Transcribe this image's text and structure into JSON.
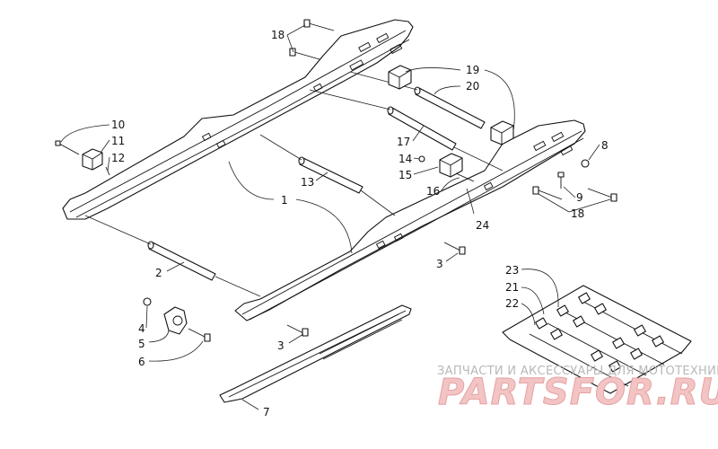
{
  "callouts": [
    {
      "id": "c1",
      "text": "1"
    },
    {
      "id": "c2",
      "text": "2"
    },
    {
      "id": "c3a",
      "text": "3"
    },
    {
      "id": "c3b",
      "text": "3"
    },
    {
      "id": "c4",
      "text": "4"
    },
    {
      "id": "c5",
      "text": "5"
    },
    {
      "id": "c6",
      "text": "6"
    },
    {
      "id": "c7",
      "text": "7"
    },
    {
      "id": "c8",
      "text": "8"
    },
    {
      "id": "c9",
      "text": "9"
    },
    {
      "id": "c10",
      "text": "10"
    },
    {
      "id": "c11",
      "text": "11"
    },
    {
      "id": "c12",
      "text": "12"
    },
    {
      "id": "c13",
      "text": "13"
    },
    {
      "id": "c14",
      "text": "14"
    },
    {
      "id": "c15",
      "text": "15"
    },
    {
      "id": "c16",
      "text": "16"
    },
    {
      "id": "c17",
      "text": "17"
    },
    {
      "id": "c18a",
      "text": "18"
    },
    {
      "id": "c18b",
      "text": "18"
    },
    {
      "id": "c19",
      "text": "19"
    },
    {
      "id": "c20",
      "text": "20"
    },
    {
      "id": "c21",
      "text": "21"
    },
    {
      "id": "c22",
      "text": "22"
    },
    {
      "id": "c23",
      "text": "23"
    },
    {
      "id": "c24",
      "text": "24"
    }
  ],
  "watermark": {
    "line1": "ЗАПЧАСТИ И АКСЕССУАРЫ ДЛЯ МОТОТЕХНИКИ",
    "line2": "PARTSFOR.RU"
  },
  "colors": {
    "ink": "#111111",
    "watermark_gray": "#b8b8b8",
    "watermark_pink": "#f3c4c4"
  }
}
